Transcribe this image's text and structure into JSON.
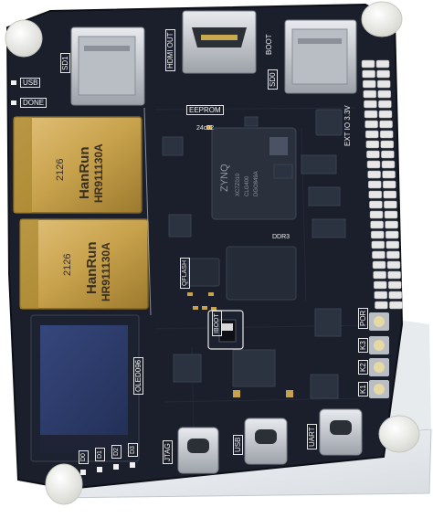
{
  "board": {
    "colors": {
      "pcb": "#1a1f2b",
      "pcb_edge": "#11141b",
      "acrylic": "#e9ecef",
      "gold": "#c8a24c",
      "silver": "#c9ccd1",
      "silkscreen": "#f2f2f2",
      "pin": "#e7e7e7"
    },
    "labels": {
      "sd1": "SD1",
      "hdmi_out": "HDMI OUT",
      "boot": "BOOT",
      "sd0": "SD0",
      "usb": "USB",
      "done": "DONE",
      "eeprom": "EEPROM",
      "eeprom_part": "24c02",
      "ext_io": "EXT IO 3.3V",
      "ddr3": "DDR3",
      "qflash": "QFLASH",
      "iboot": "IBOOT",
      "oled": "OLED096",
      "por": "POR",
      "k3": "K3",
      "k2": "K2",
      "k1": "K1",
      "jtag": "JTAG",
      "usb_bottom": "USB",
      "uart": "UART",
      "d0": "D0",
      "d1": "D1",
      "d2": "D2",
      "d3": "D3"
    },
    "jacks": [
      {
        "brand": "HanRun",
        "model": "HR911130A",
        "date": "2126"
      },
      {
        "brand": "HanRun",
        "model": "HR911130A",
        "date": "2126"
      }
    ],
    "soc": {
      "brand": "ZYNQ",
      "line1": "XC7Z010",
      "line2": "CLG400",
      "line3": "DGO849A"
    }
  }
}
